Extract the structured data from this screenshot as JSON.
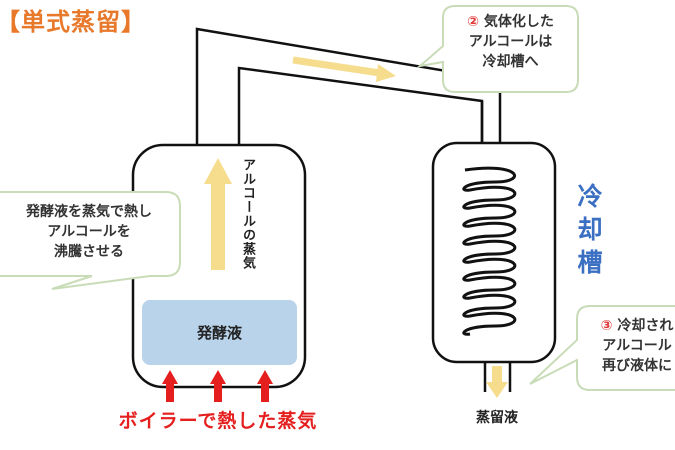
{
  "title": "【単式蒸留】",
  "bubble1": {
    "lines": [
      "発酵液を蒸気で熱し",
      "アルコールを",
      "沸騰させる"
    ]
  },
  "bubble2": {
    "number": "②",
    "lines": [
      "気体化した",
      "アルコールは",
      "冷却槽へ"
    ]
  },
  "bubble3": {
    "number": "③",
    "lines": [
      "冷却され",
      "アルコール",
      "再び液体に"
    ]
  },
  "vapor_label": "アルコールの蒸気",
  "liquid_label": "発酵液",
  "steam_label": "ボイラーで熱した蒸気",
  "cooler_label": "冷却槽",
  "distillate_label": "蒸留液",
  "colors": {
    "title": "#e8782a",
    "steam": "#e51e1e",
    "cooler": "#3b6fc2",
    "liquid": "#b9d3ea",
    "flow_arrow": "#f6dd8e",
    "bubble_border": "#c9dcb8"
  }
}
